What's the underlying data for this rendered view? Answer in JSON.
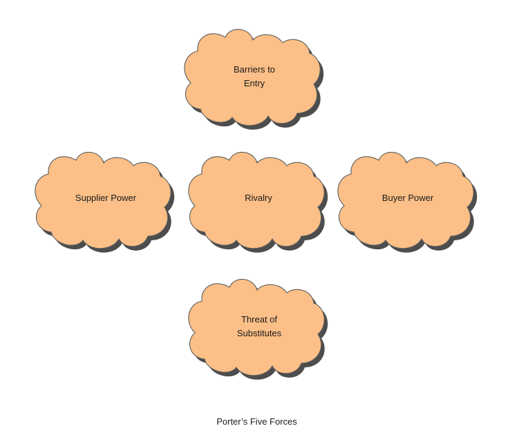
{
  "diagram": {
    "fill_color": "#fbbf87",
    "outline_color": "#5a5a5a",
    "shadow_color": "#3a3a3a",
    "nodes": {
      "barriers": {
        "line1": "Barriers to",
        "line2": "Entry"
      },
      "supplier": {
        "line1": "Supplier Power"
      },
      "rivalry": {
        "line1": "Rivalry"
      },
      "buyer": {
        "line1": "Buyer Power"
      },
      "substitutes": {
        "line1": "Threat of",
        "line2": "Substitutes"
      }
    },
    "caption": "Porter’s Five Forces"
  }
}
